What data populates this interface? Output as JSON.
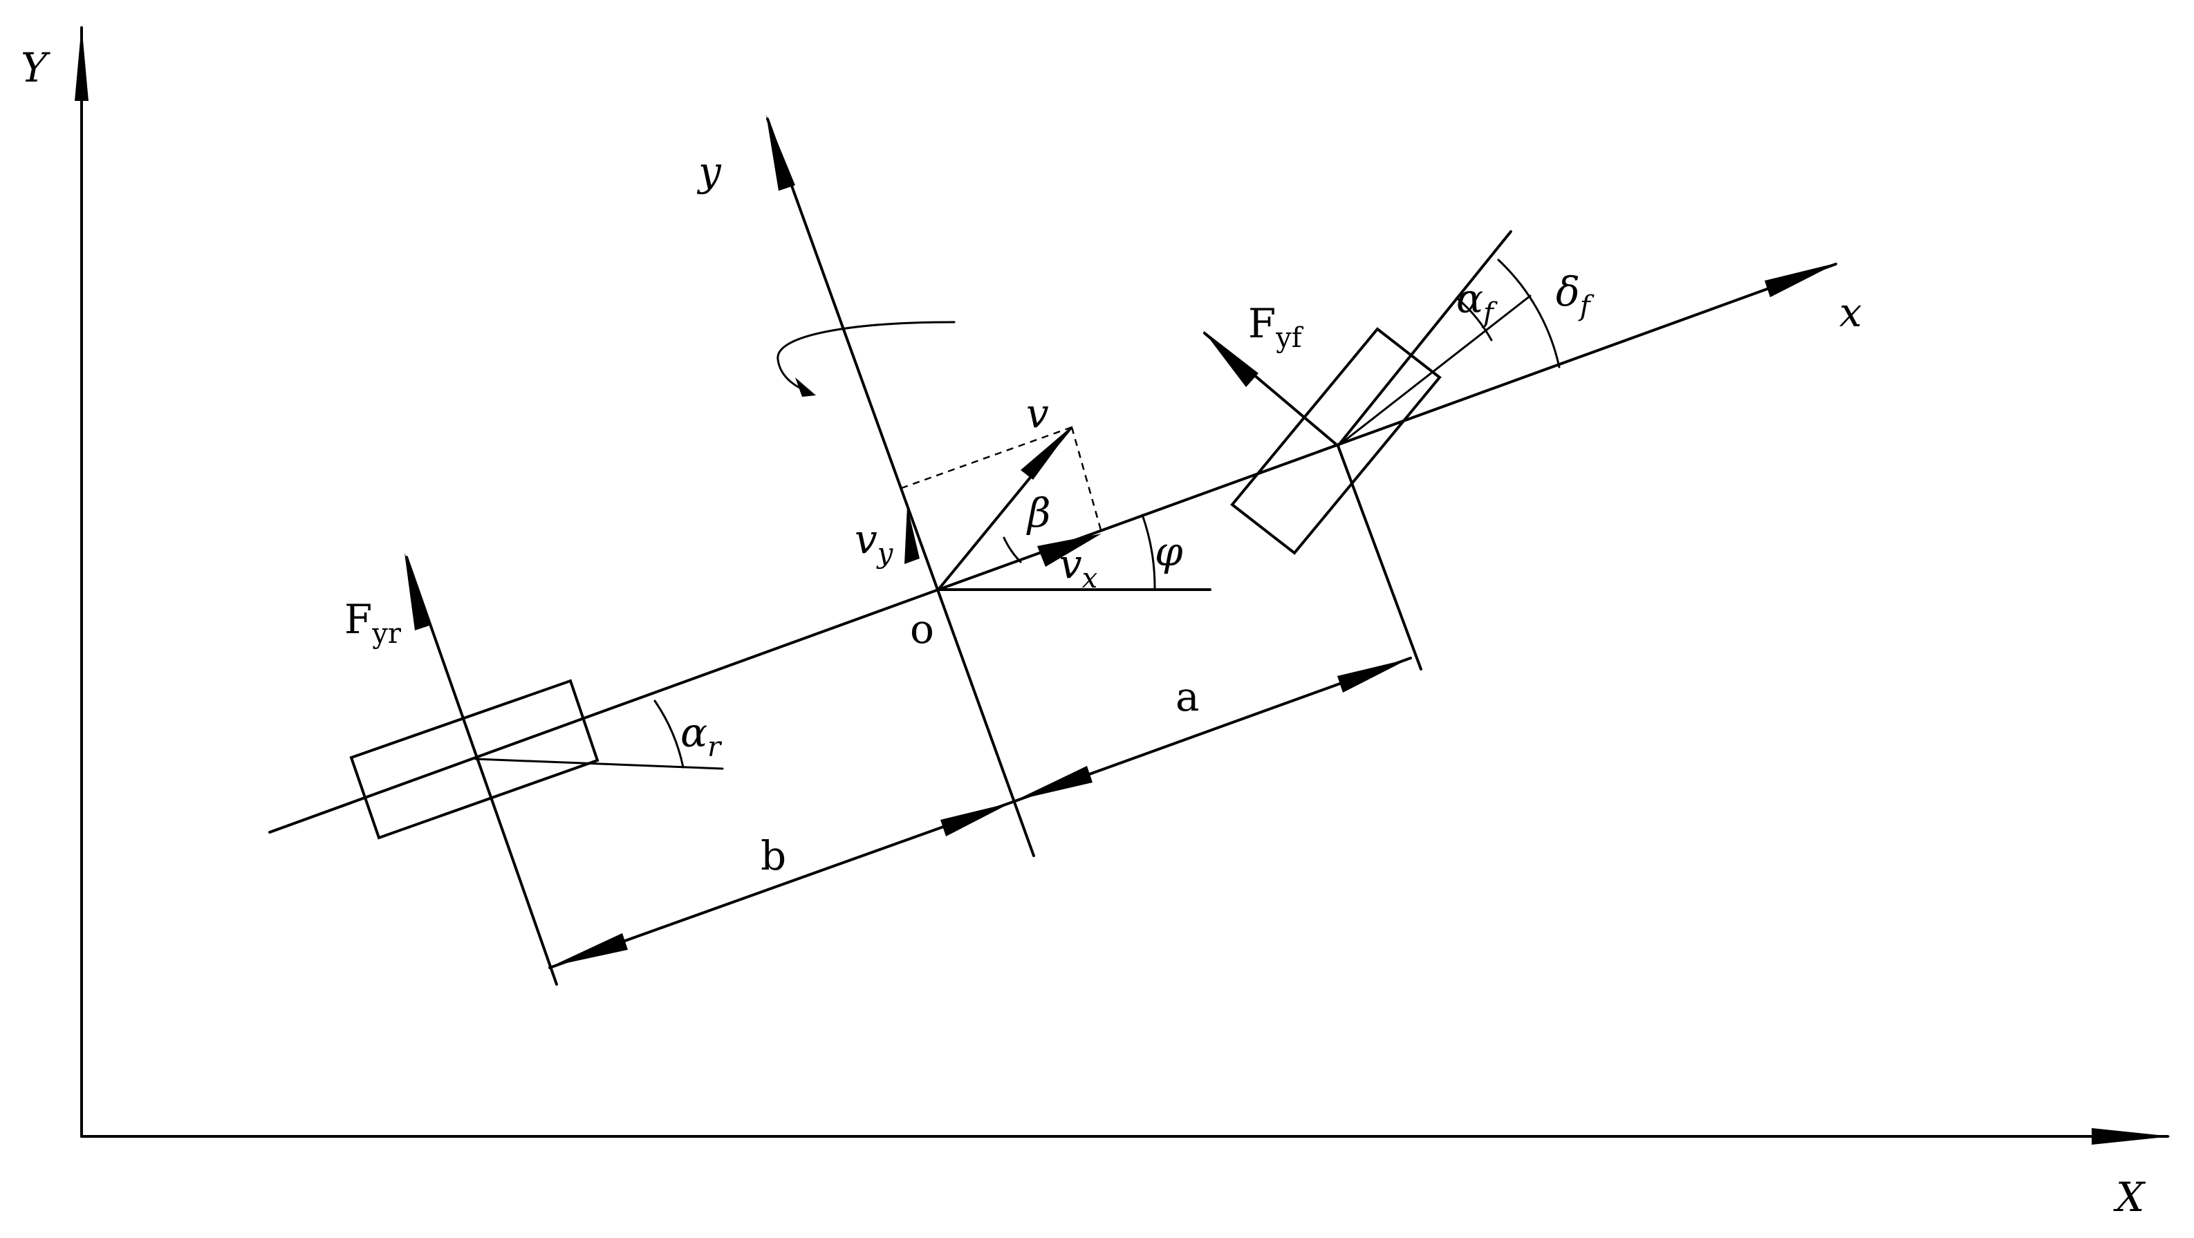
{
  "labels": {
    "global_x": "X",
    "global_y": "Y",
    "body_x": "x",
    "body_y": "y",
    "origin": "o",
    "velocity": "v",
    "sideslip": "β",
    "heading": "φ",
    "vx_main": "v",
    "vx_sub": "x",
    "vy_main": "v",
    "vy_sub": "y",
    "fyf_main": "F",
    "fyf_sub": "yf",
    "fyr_main": "F",
    "fyr_sub": "yr",
    "alpha_f_main": "α",
    "alpha_f_sub": "f",
    "alpha_r_main": "α",
    "alpha_r_sub": "r",
    "delta_f_main": "δ",
    "delta_f_sub": "f",
    "dist_a": "a",
    "dist_b": "b"
  }
}
